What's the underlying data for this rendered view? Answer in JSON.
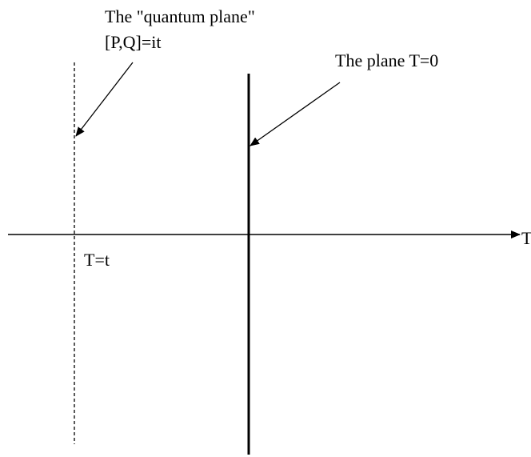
{
  "labels": {
    "quantum_plane_line1": "The \"quantum plane\"",
    "quantum_plane_line2": "[P,Q]=it",
    "plane_t0": "The plane T=0",
    "axis_t": "T",
    "t_equals_t": "T=t"
  },
  "colors": {
    "ink": "#000000",
    "background": "#ffffff"
  }
}
